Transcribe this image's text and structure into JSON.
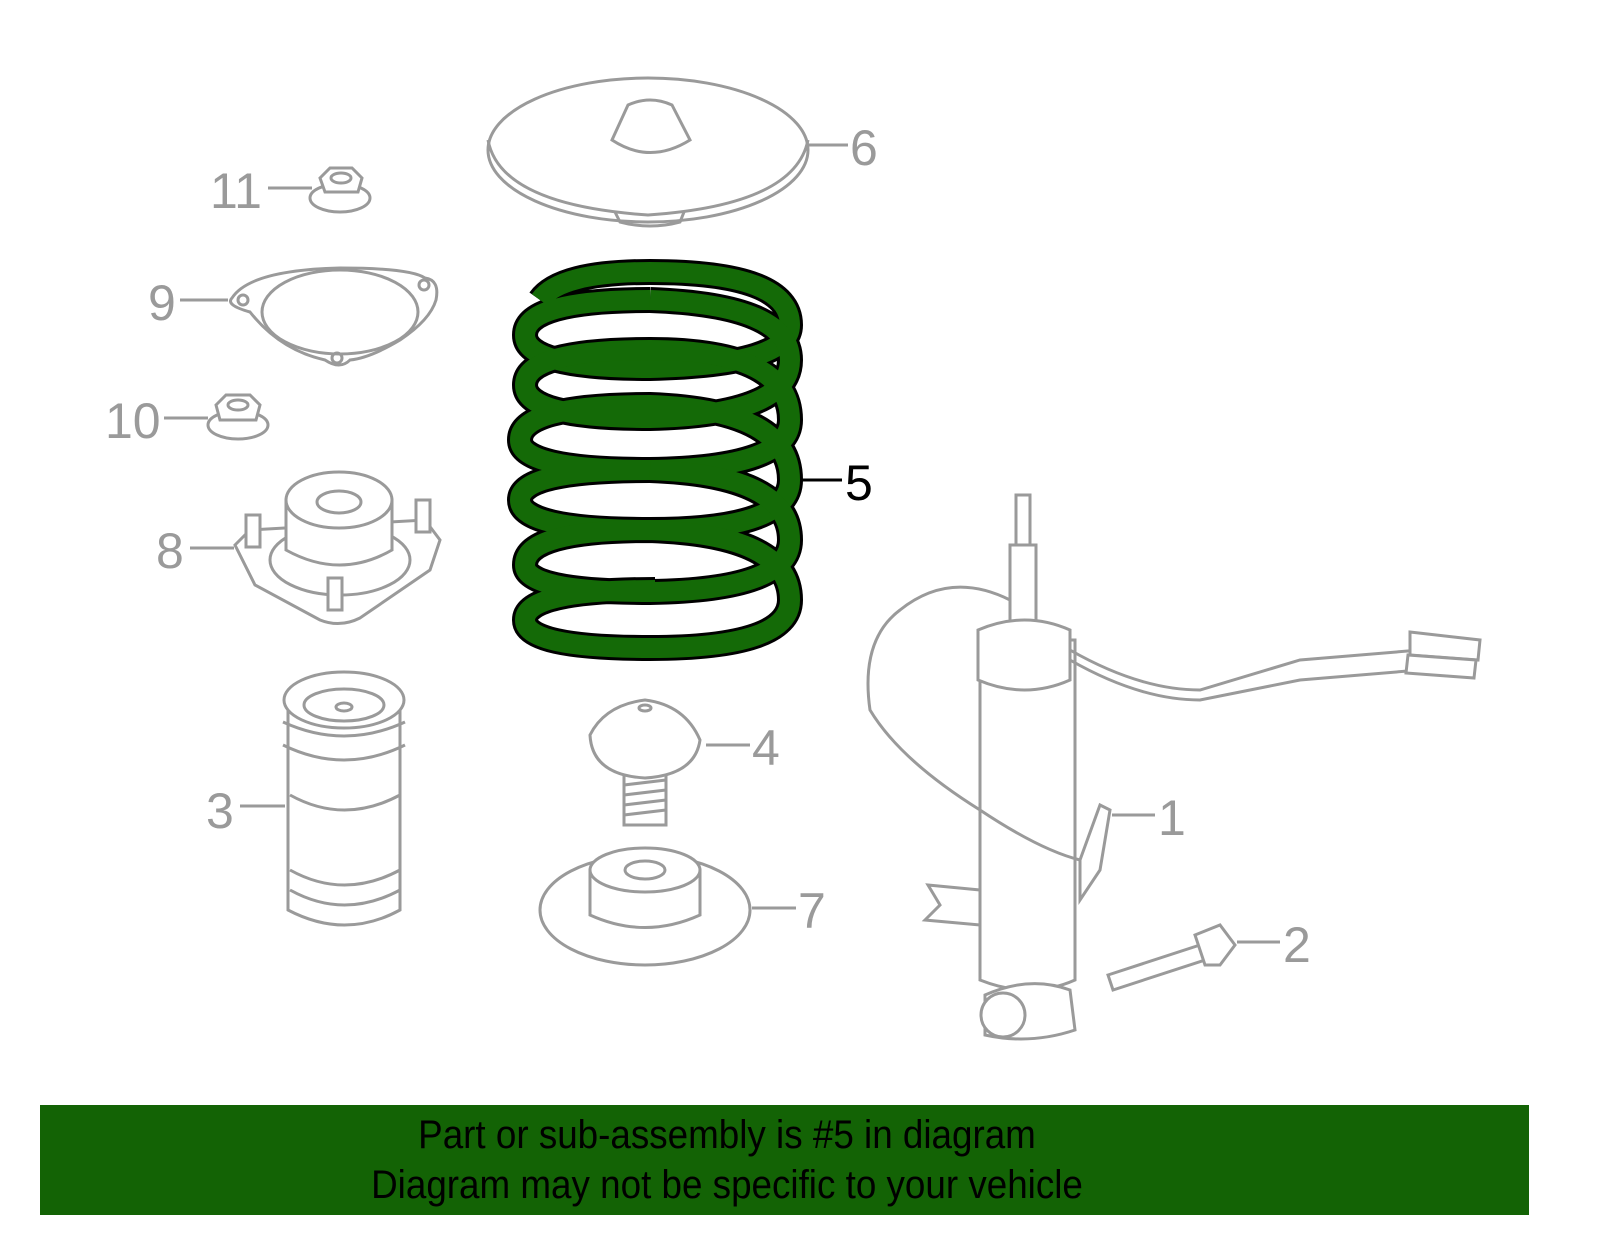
{
  "diagram": {
    "selected_part": "5",
    "parts": [
      {
        "id": "1",
        "label": "1"
      },
      {
        "id": "2",
        "label": "2"
      },
      {
        "id": "3",
        "label": "3"
      },
      {
        "id": "4",
        "label": "4"
      },
      {
        "id": "5",
        "label": "5"
      },
      {
        "id": "6",
        "label": "6"
      },
      {
        "id": "7",
        "label": "7"
      },
      {
        "id": "8",
        "label": "8"
      },
      {
        "id": "9",
        "label": "9"
      },
      {
        "id": "10",
        "label": "10"
      },
      {
        "id": "11",
        "label": "11"
      }
    ],
    "colors": {
      "highlight": "#136305",
      "parts": "#9a9a9a"
    }
  },
  "banner": {
    "line1": "Part or sub-assembly is #5 in diagram",
    "line2": "Diagram may not be specific to your vehicle"
  }
}
